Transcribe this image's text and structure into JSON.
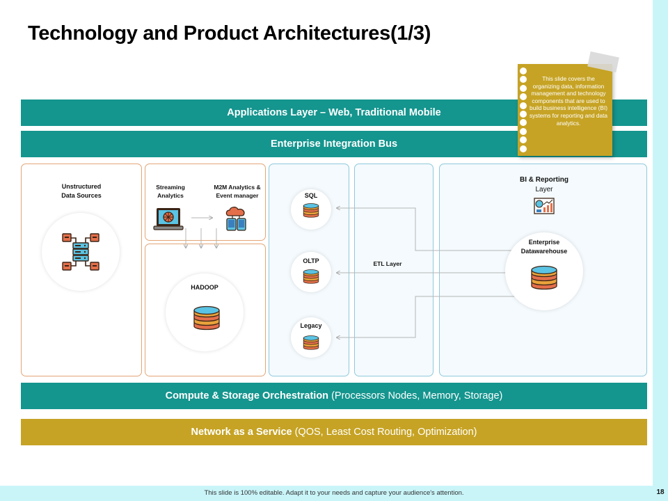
{
  "page": {
    "title": "Technology and Product Architectures(1/3)",
    "footer": "This slide is 100% editable. Adapt it to your needs and capture your audience's attention.",
    "page_number": "18"
  },
  "colors": {
    "teal": "#14958e",
    "gold": "#c6a324",
    "orange_border": "#e3a576",
    "blue_border": "#8fc9dc",
    "strip": "#c9f5f9"
  },
  "bands": {
    "applications": {
      "label": "Applications Layer – Web, Traditional Mobile"
    },
    "integration": {
      "label": "Enterprise Integration Bus"
    },
    "compute": {
      "bold": "Compute & Storage Orchestration",
      "rest": " (Processors Nodes, Memory, Storage)"
    },
    "network": {
      "bold": "Network as a Service",
      "rest": " (QOS, Least Cost Routing, Optimization)"
    }
  },
  "note": {
    "text": "This slide covers the organizing data, information management and technology components that are used to build business intelligence (BI) systems for reporting and data analytics."
  },
  "nodes": {
    "unstructured": {
      "line1": "Unstructured",
      "line2": "Data Sources",
      "icon": "server-network-icon"
    },
    "streaming": {
      "line1": "Streaming",
      "line2": "Analytics",
      "icon": "laptop-analytics-icon"
    },
    "m2m": {
      "line1": "M2M Analytics &",
      "line2": "Event manager",
      "icon": "cloud-devices-icon"
    },
    "hadoop": {
      "label": "HADOOP",
      "icon": "database-icon"
    },
    "sql": {
      "label": "SQL",
      "icon": "database-icon"
    },
    "oltp": {
      "label": "OLTP",
      "icon": "database-icon"
    },
    "legacy": {
      "label": "Legacy",
      "icon": "database-icon"
    },
    "etl": {
      "label": "ETL Layer"
    },
    "bi": {
      "line1": "BI & Reporting",
      "line2": "Layer",
      "icon": "bi-report-icon"
    },
    "edw": {
      "line1": "Enterprise",
      "line2": "Datawarehouse",
      "icon": "database-icon"
    }
  }
}
